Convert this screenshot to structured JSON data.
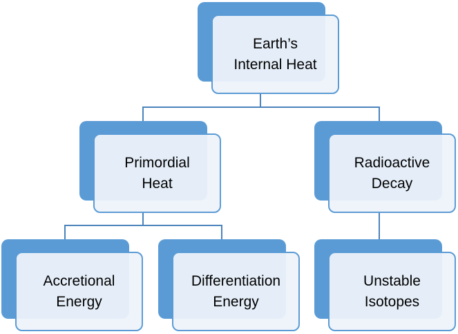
{
  "colors": {
    "accent": "#5b9bd5",
    "card_fill": "#eef3fa",
    "connector": "#4a83bb",
    "text": "#000000"
  },
  "nodes": {
    "root": {
      "line1": "Earth’s",
      "line2": "Internal Heat"
    },
    "primordial": {
      "line1": "Primordial",
      "line2": "Heat"
    },
    "radioactive": {
      "line1": "Radioactive",
      "line2": "Decay"
    },
    "accretional": {
      "line1": "Accretional",
      "line2": "Energy"
    },
    "differentiation": {
      "line1": "Differentiation",
      "line2": "Energy"
    },
    "unstable": {
      "line1": "Unstable",
      "line2": "Isotopes"
    }
  }
}
